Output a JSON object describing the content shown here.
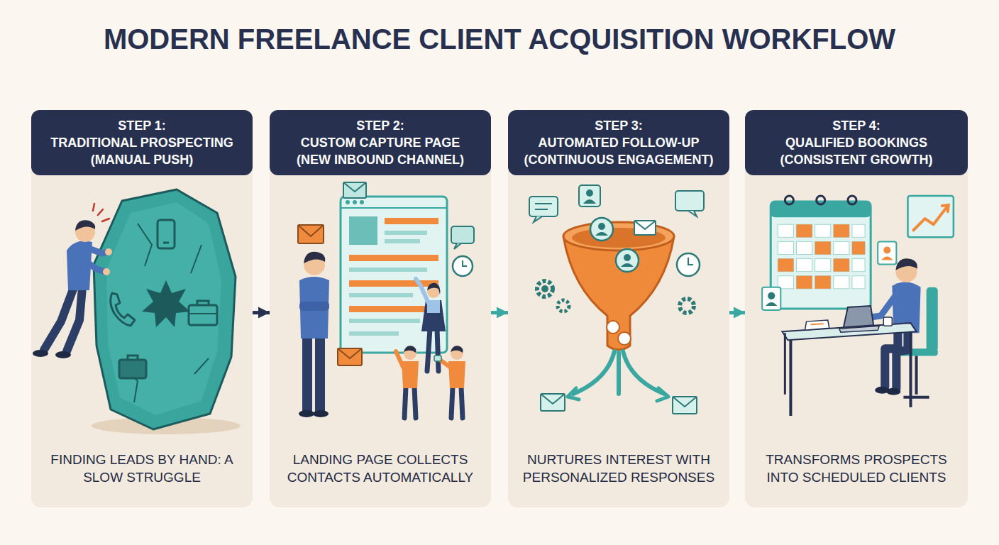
{
  "diagram": {
    "title": "MODERN FREELANCE CLIENT ACQUISITION WORKFLOW",
    "nodes": [
      {
        "text": [
          "STEP 1:",
          "TRADITIONAL PROSPECTING",
          "(MANUAL PUSH)",
          "FINDING LEADS BY HAND: A SLOW STRUGGLE"
        ]
      },
      {
        "text": [
          "STEP 2:",
          "CUSTOM CAPTURE PAGE",
          "(NEW INBOUND CHANNEL)",
          "LANDING PAGE COLLECTS CONTACTS AUTOMATICALLY"
        ]
      },
      {
        "text": [
          "STEP 3:",
          "AUTOMATED FOLLOW-UP",
          "(CONTINUOUS ENGAGEMENT)",
          "NURTURES INTEREST WITH PERSONALIZED RESPONSES"
        ]
      },
      {
        "text": [
          "STEP 4:",
          "QUALIFIED BOOKINGS",
          "(CONSISTENT GROWTH)",
          "TRANSFORMS PROSPECTS INTO SCHEDULED CLIENTS"
        ]
      }
    ],
    "edges": [
      {
        "from": 0,
        "to": 1,
        "arrow": "to"
      },
      {
        "from": 1,
        "to": 2,
        "arrow": "to"
      },
      {
        "from": 2,
        "to": 3,
        "arrow": "to"
      }
    ]
  }
}
